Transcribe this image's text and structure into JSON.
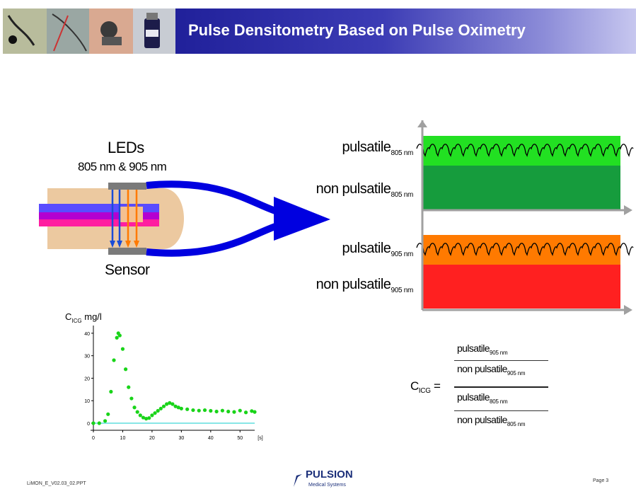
{
  "header": {
    "title": "Pulse Densitometry Based on Pulse Oximetry",
    "bar_colors": [
      "#20209a",
      "#c7c7ef"
    ]
  },
  "sensor_diagram": {
    "leds_label": "LEDs",
    "wavelengths_label": "805 nm & 905 nm",
    "sensor_label": "Sensor",
    "arrow_color": "#0000e0",
    "finger_color": "#ecc9a0"
  },
  "signal_panel": {
    "rows": [
      {
        "base": "pulsatile",
        "sub": "805 nm"
      },
      {
        "base": "non pulsatile",
        "sub": "805 nm"
      },
      {
        "base": "pulsatile",
        "sub": "905 nm"
      },
      {
        "base": "non pulsatile",
        "sub": "905 nm"
      }
    ],
    "colors": {
      "pulsatile_805": "#22e022",
      "non_pulsatile_805": "#169c3d",
      "pulsatile_905": "#ff7a00",
      "non_pulsatile_905": "#ff2020",
      "axis": "#a0a0a0"
    }
  },
  "formula": {
    "lhs_base": "C",
    "lhs_sub": "ICG",
    "equals": "=",
    "top_num": {
      "base": "pulsatile",
      "sub": "905 nm"
    },
    "top_den": {
      "base": "non pulsatile",
      "sub": "905 nm"
    },
    "bot_num": {
      "base": "pulsatile",
      "sub": "805 nm"
    },
    "bot_den": {
      "base": "non pulsatile",
      "sub": "805 nm"
    }
  },
  "chart_data": {
    "type": "scatter",
    "title": "",
    "ylabel_base": "C",
    "ylabel_sub": "ICG",
    "ylabel_unit": "mg/l",
    "xlabel": "[s]",
    "xlim": [
      0,
      55
    ],
    "ylim": [
      0,
      45
    ],
    "xticks": [
      0,
      10,
      20,
      30,
      40,
      50
    ],
    "yticks": [
      0,
      10,
      20,
      30,
      40
    ],
    "grid": false,
    "series_color": "#19d419",
    "baseline_color": "#40d8d8",
    "x": [
      0,
      2,
      4,
      5,
      6,
      7,
      8,
      8.5,
      9,
      10,
      11,
      12,
      13,
      14,
      15,
      16,
      17,
      18,
      19,
      20,
      21,
      22,
      23,
      24,
      25,
      26,
      27,
      28,
      29,
      30,
      32,
      34,
      36,
      38,
      40,
      42,
      44,
      46,
      48,
      50,
      52,
      54,
      55
    ],
    "y": [
      0,
      0,
      1,
      4,
      14,
      28,
      38,
      40,
      39,
      33,
      24,
      16,
      11,
      7,
      5,
      3.5,
      2.5,
      2,
      2.3,
      3.5,
      4.5,
      5.5,
      6.5,
      7.5,
      8.5,
      9,
      8.5,
      7.5,
      7,
      6.5,
      6.2,
      5.8,
      5.6,
      5.8,
      5.5,
      5.2,
      5.6,
      5.2,
      5,
      5.6,
      4.8,
      5.4,
      5
    ]
  },
  "footer": {
    "left": "LiMON_E_V02.03_02.PPT",
    "logo_name": "PULSION",
    "logo_sub": "Medical Systems",
    "right": "Page 3"
  }
}
